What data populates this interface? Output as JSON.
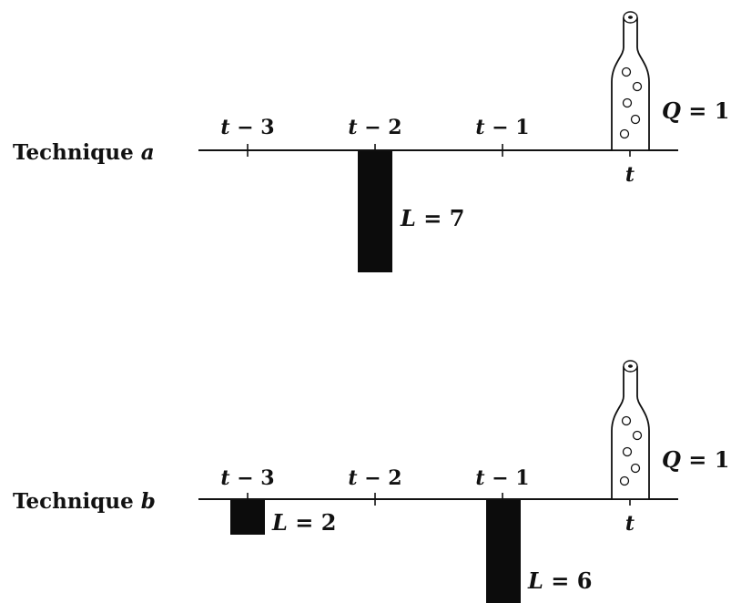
{
  "techniques": [
    {
      "label_prefix": "Technique",
      "label_var": "a",
      "ticks": [
        {
          "var": "t",
          "suffix": " − 3"
        },
        {
          "var": "t",
          "suffix": " − 2"
        },
        {
          "var": "t",
          "suffix": " − 1"
        },
        {
          "var": "t",
          "suffix": ""
        }
      ],
      "labor_bars": [
        {
          "period": "t − 2",
          "label_var": "L",
          "label_value": " = 7",
          "amount": 7
        }
      ],
      "output": {
        "period": "t",
        "label_var": "Q",
        "label_value": " = 1",
        "amount": 1
      }
    },
    {
      "label_prefix": "Technique",
      "label_var": "b",
      "ticks": [
        {
          "var": "t",
          "suffix": " − 3"
        },
        {
          "var": "t",
          "suffix": " − 2"
        },
        {
          "var": "t",
          "suffix": " − 1"
        },
        {
          "var": "t",
          "suffix": ""
        }
      ],
      "labor_bars": [
        {
          "period": "t − 3",
          "label_var": "L",
          "label_value": " = 2",
          "amount": 2
        },
        {
          "period": "t − 1",
          "label_var": "L",
          "label_value": " = 6",
          "amount": 6
        }
      ],
      "output": {
        "period": "t",
        "label_var": "Q",
        "label_value": " = 1",
        "amount": 1
      }
    }
  ]
}
